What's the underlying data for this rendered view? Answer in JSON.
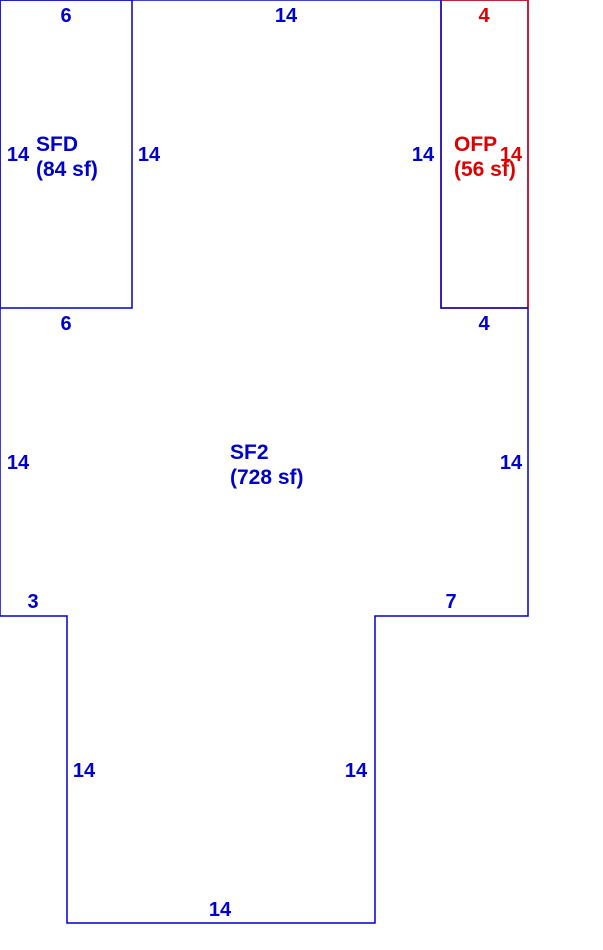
{
  "colors": {
    "primary": "#0000cc",
    "secondary": "#dd0000",
    "background": "#ffffff"
  },
  "areas": {
    "sfd": {
      "name": "SFD",
      "area": "(84 sf)",
      "dims": {
        "top": "6",
        "left": "14",
        "right": "14",
        "bottom": "6"
      }
    },
    "ofp": {
      "name": "OFP",
      "area": "(56 sf)",
      "dims": {
        "top": "4",
        "left": "14",
        "right": "14",
        "bottom": "4"
      }
    },
    "sf2": {
      "name": "SF2",
      "area": "(728 sf)",
      "dims": {
        "top": "14",
        "upper_left": "14",
        "upper_right": "14",
        "step_left": "3",
        "step_right": "7",
        "lower_left": "14",
        "lower_right": "14",
        "bottom": "14"
      }
    }
  }
}
